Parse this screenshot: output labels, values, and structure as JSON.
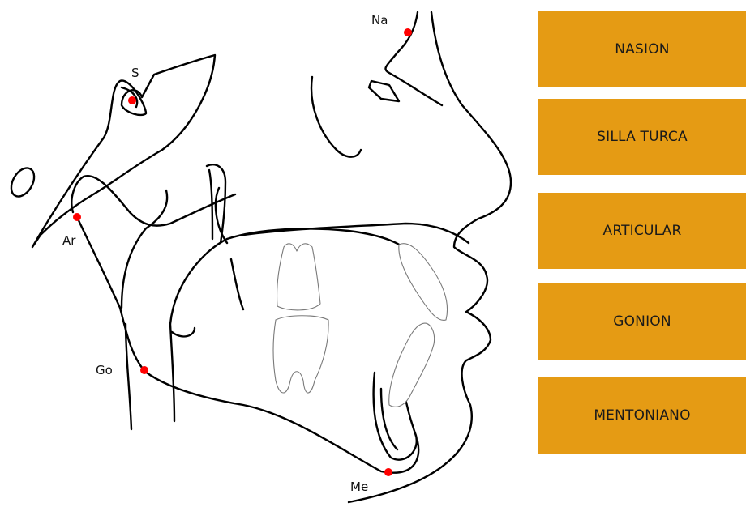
{
  "colors": {
    "button_fill": "#E59B14",
    "landmark_dot": "#FF0000",
    "line": "#000000"
  },
  "landmarks": [
    {
      "abbr": "Na"
    },
    {
      "abbr": "S"
    },
    {
      "abbr": "Ar"
    },
    {
      "abbr": "Go"
    },
    {
      "abbr": "Me"
    }
  ],
  "buttons": [
    {
      "label": "NASION"
    },
    {
      "label": "SILLA TURCA"
    },
    {
      "label": "ARTICULAR"
    },
    {
      "label": "GONION"
    },
    {
      "label": "MENTONIANO"
    }
  ]
}
